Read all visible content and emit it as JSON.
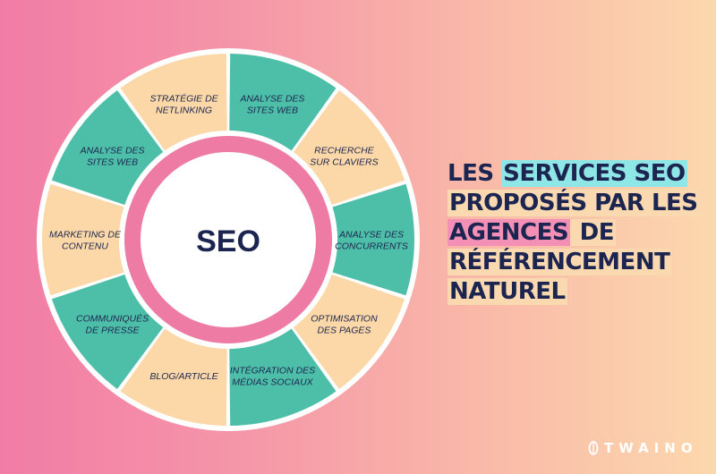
{
  "center_label": "SEO",
  "colors": {
    "teal": "#4dbfa8",
    "cream": "#fcd8a8",
    "white": "#ffffff",
    "pink_ring": "#ee7ba3",
    "navy": "#1c2550"
  },
  "segments": [
    {
      "lines": [
        "STRATÉGIE DE",
        "NETLINKING"
      ],
      "color": "cream"
    },
    {
      "lines": [
        "ANALYSE DES",
        "SITES WEB"
      ],
      "color": "teal"
    },
    {
      "lines": [
        "RECHERCHE",
        "SUR CLAVIERS"
      ],
      "color": "cream"
    },
    {
      "lines": [
        "ANALYSE DES",
        "CONCURRENTS"
      ],
      "color": "teal"
    },
    {
      "lines": [
        "OPTIMISATION",
        "DES PAGES"
      ],
      "color": "cream"
    },
    {
      "lines": [
        "INTÉGRATION DES",
        "MÉDIAS SOCIAUX"
      ],
      "color": "teal"
    },
    {
      "lines": [
        "BLOG/ARTICLE"
      ],
      "color": "cream"
    },
    {
      "lines": [
        "COMMUNIQUÉS",
        "DE PRESSE"
      ],
      "color": "teal"
    },
    {
      "lines": [
        "MARKETING DE",
        "CONTENU"
      ],
      "color": "cream"
    },
    {
      "lines": [
        "ANALYSE DES",
        "SITES WEB"
      ],
      "color": "teal"
    }
  ],
  "title": {
    "line1_a": "LES ",
    "line1_b": "SERVICES SEO",
    "line2": "PROPOSÉS PAR LES",
    "line3_a": "AGENCES",
    "line3_b": " DE",
    "line4": "RÉFÉRENCEMENT",
    "line5": "NATUREL"
  },
  "logo": {
    "text": "TWAINO",
    "icon": "leaf-o-icon"
  }
}
